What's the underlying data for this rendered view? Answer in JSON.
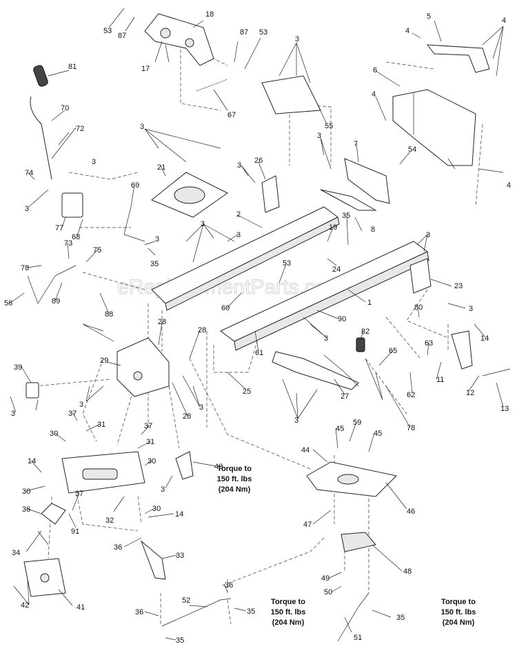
{
  "watermark": "eReplacementParts.com",
  "torque_notes": [
    {
      "line1": "Torque to",
      "line2": "150 ft. lbs",
      "line3": "(204 Nm)"
    },
    {
      "line1": "Torque to",
      "line2": "150 ft. lbs",
      "line3": "(204 Nm)"
    },
    {
      "line1": "Torque to",
      "line2": "150 ft. lbs",
      "line3": "(204 Nm)"
    }
  ],
  "callouts": [
    "53",
    "87",
    "18",
    "87",
    "53",
    "17",
    "81",
    "70",
    "72",
    "67",
    "5",
    "4",
    "4",
    "6",
    "4",
    "4",
    "3",
    "55",
    "3",
    "21",
    "26",
    "3",
    "3",
    "54",
    "7",
    "3",
    "74",
    "3",
    "77",
    "68",
    "69",
    "35",
    "3",
    "73",
    "75",
    "78",
    "56",
    "89",
    "88",
    "3",
    "2",
    "3",
    "19",
    "24",
    "35",
    "8",
    "3",
    "53",
    "60",
    "1",
    "23",
    "80",
    "90",
    "61",
    "3",
    "14",
    "3",
    "28",
    "28",
    "29",
    "39",
    "3",
    "3",
    "28",
    "3",
    "82",
    "63",
    "65",
    "11",
    "62",
    "12",
    "13",
    "27",
    "3",
    "25",
    "78",
    "37",
    "31",
    "30",
    "37",
    "31",
    "30",
    "14",
    "30",
    "36",
    "37",
    "34",
    "91",
    "32",
    "40",
    "3",
    "30",
    "14",
    "36",
    "33",
    "45",
    "59",
    "45",
    "44",
    "46",
    "47",
    "48",
    "49",
    "50",
    "41",
    "42",
    "52",
    "36",
    "36",
    "35",
    "35",
    "35",
    "51"
  ]
}
